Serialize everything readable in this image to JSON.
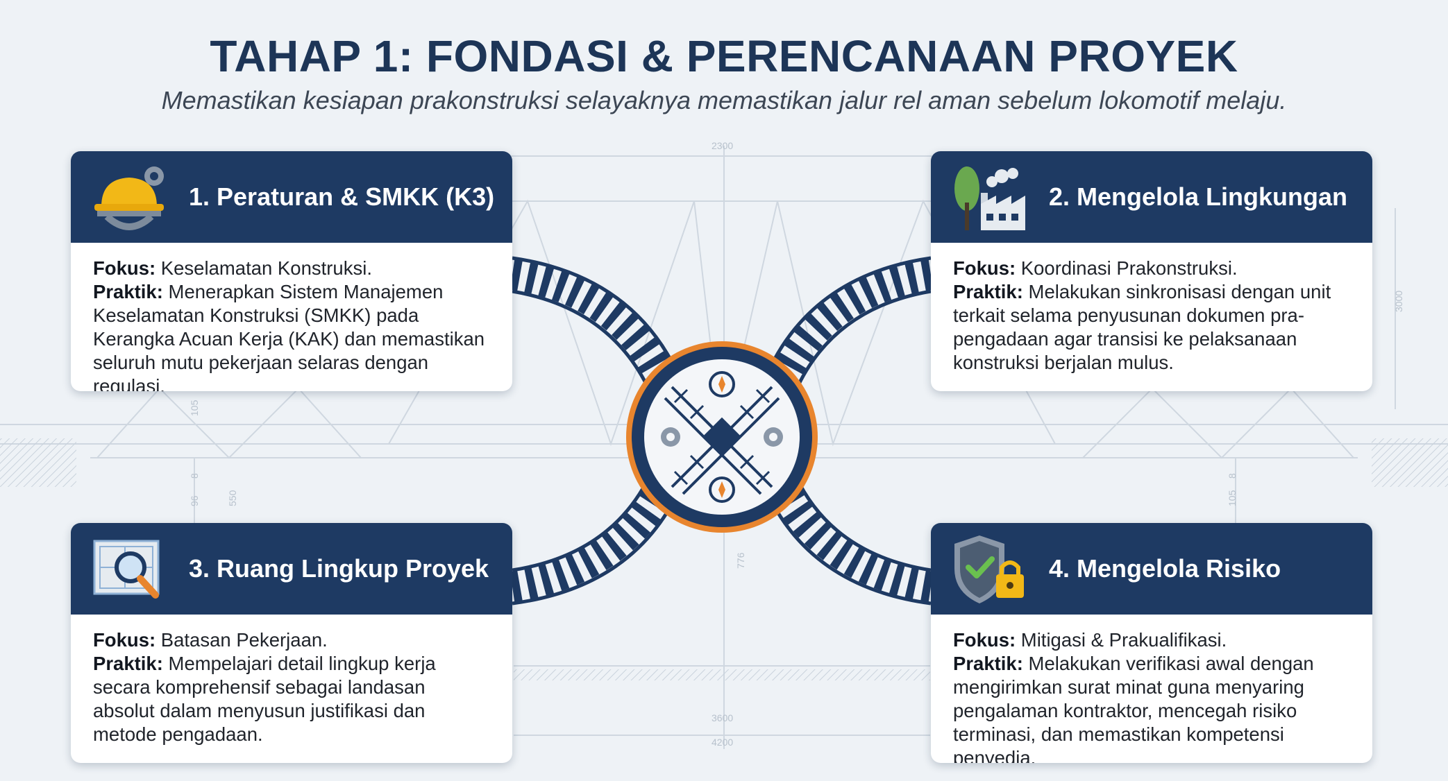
{
  "title": "TAHAP 1: FONDASI & PERENCANAAN PROYEK",
  "subtitle": "Memastikan kesiapan prakonstruksi selayaknya memastikan jalur rel aman sebelum lokomotif melaju.",
  "blueprint_labels": [
    "2300",
    "3000",
    "3600",
    "4200",
    "776",
    "105",
    "8",
    "96",
    "550",
    "105",
    "8"
  ],
  "colors": {
    "navy": "#1e3a63",
    "orange": "#e8852e",
    "background": "#eef2f6"
  },
  "cards": [
    {
      "icon": "hardhat-gear-icon",
      "title": "1. Peraturan & SMKK (K3)",
      "fokus_label": "Fokus:",
      "fokus": "Keselamatan Konstruksi.",
      "praktik_label": "Praktik:",
      "praktik": "Menerapkan Sistem Manajemen Keselamatan Konstruksi (SMKK) pada Kerangka Acuan Kerja (KAK) dan memastikan seluruh mutu pekerjaan selaras dengan regulasi."
    },
    {
      "icon": "tree-factory-icon",
      "title": "2. Mengelola Lingkungan",
      "fokus_label": "Fokus:",
      "fokus": "Koordinasi Prakonstruksi.",
      "praktik_label": "Praktik:",
      "praktik": "Melakukan sinkronisasi dengan unit terkait selama penyusunan dokumen pra-pengadaan agar transisi ke pelaksanaan konstruksi berjalan mulus."
    },
    {
      "icon": "blueprint-magnifier-icon",
      "title": "3. Ruang Lingkup Proyek",
      "fokus_label": "Fokus:",
      "fokus": "Batasan Pekerjaan.",
      "praktik_label": "Praktik:",
      "praktik": "Mempelajari detail lingkup kerja secara komprehensif sebagai landasan absolut dalam menyusun justifikasi dan metode pengadaan."
    },
    {
      "icon": "shield-lock-icon",
      "title": "4. Mengelola Risiko",
      "fokus_label": "Fokus:",
      "fokus": "Mitigasi & Prakualifikasi.",
      "praktik_label": "Praktik:",
      "praktik": "Melakukan verifikasi awal dengan mengirimkan surat minat guna menyaring pengalaman kontraktor, mencegah risiko terminasi, dan memastikan kompetensi penyedia."
    }
  ],
  "center_hub": {
    "icons": [
      "compass-icon",
      "gear-icon",
      "crossed-tracks-icon"
    ]
  }
}
